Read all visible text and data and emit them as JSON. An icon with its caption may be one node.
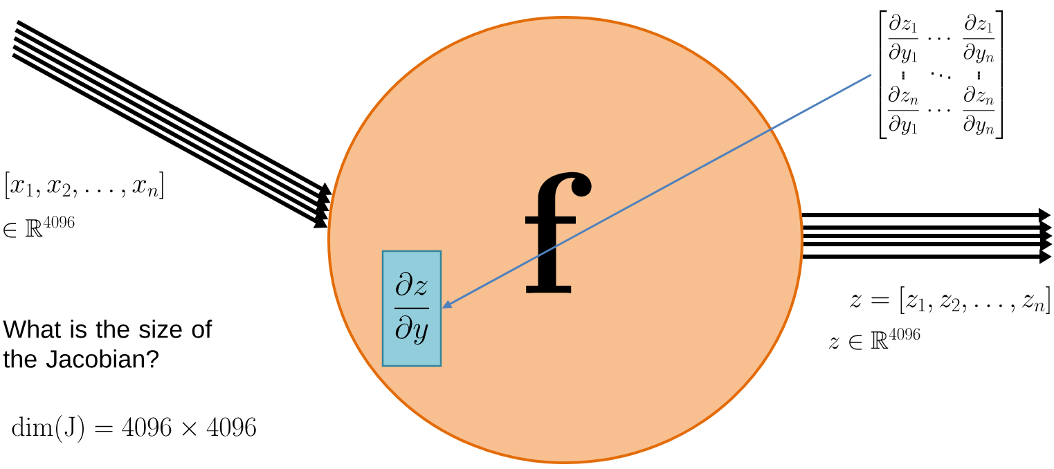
{
  "diagram": {
    "nodes": [
      {
        "text": [
          "\\mathbf{f}"
        ]
      },
      {
        "text": [
          "\\dfrac{\\partial z}{\\partial y}"
        ],
        "in": 0
      },
      {
        "text": [
          "\\begin{bmatrix} \\dfrac{\\partial z_1}{\\partial y_1} & \\cdots & \\dfrac{\\partial z_1}{\\partial y_n} \\\\ \\vdots & \\ddots & \\vdots \\\\ \\dfrac{\\partial z_n}{\\partial y_1} & \\cdots & \\dfrac{\\partial z_n}{\\partial y_n} \\end{bmatrix}"
        ]
      }
    ],
    "edges": [
      {
        "from": null,
        "to": 0,
        "arrow": "to"
      },
      {
        "from": null,
        "to": 0,
        "arrow": "to"
      },
      {
        "from": null,
        "to": 0,
        "arrow": "to"
      },
      {
        "from": null,
        "to": 0,
        "arrow": "to"
      },
      {
        "from": null,
        "to": 0,
        "arrow": "to"
      },
      {
        "from": 0,
        "to": null,
        "arrow": "to"
      },
      {
        "from": 0,
        "to": null,
        "arrow": "to"
      },
      {
        "from": 0,
        "to": null,
        "arrow": "to"
      },
      {
        "from": 0,
        "to": null,
        "arrow": "to"
      },
      {
        "from": 0,
        "to": null,
        "arrow": "to"
      },
      {
        "from": 2,
        "to": 1,
        "arrow": "to",
        "color": "#4f81bd"
      }
    ],
    "labels": [
      "[x_1, x_2, \\ldots, x_n]",
      "\\in \\mathbb{R}^{4096}",
      "What is the size of the Jacobian?",
      "\\dim(\\mathrm{J}) = 4096 \\times 4096",
      "z = [z_1, z_2, \\ldots, z_n]",
      "z \\in \\mathbb{R}^{4096}"
    ]
  }
}
